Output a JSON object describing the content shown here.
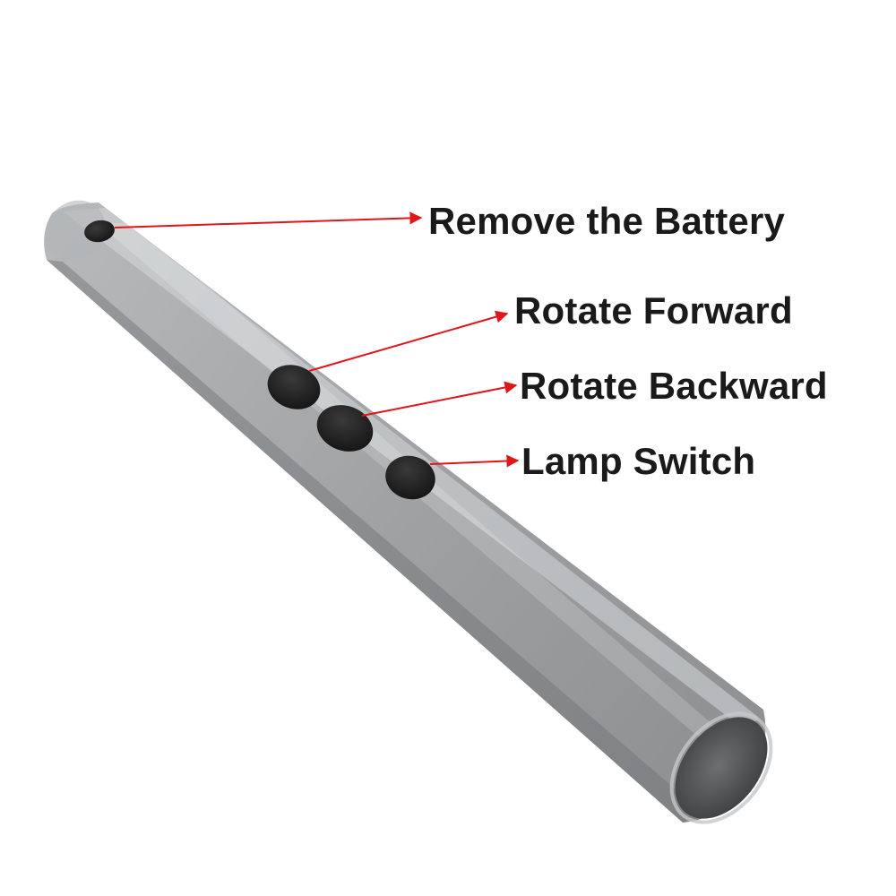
{
  "labels": {
    "remove_battery": "Remove the Battery",
    "rotate_forward": "Rotate Forward",
    "rotate_backward": "Rotate Backward",
    "lamp_switch": "Lamp Switch"
  },
  "colors": {
    "background": "#ffffff",
    "label_text": "#1a1a1a",
    "arrow": "#e0161b",
    "body_metal": "#9a9c9e",
    "button": "#1c1c1c"
  }
}
